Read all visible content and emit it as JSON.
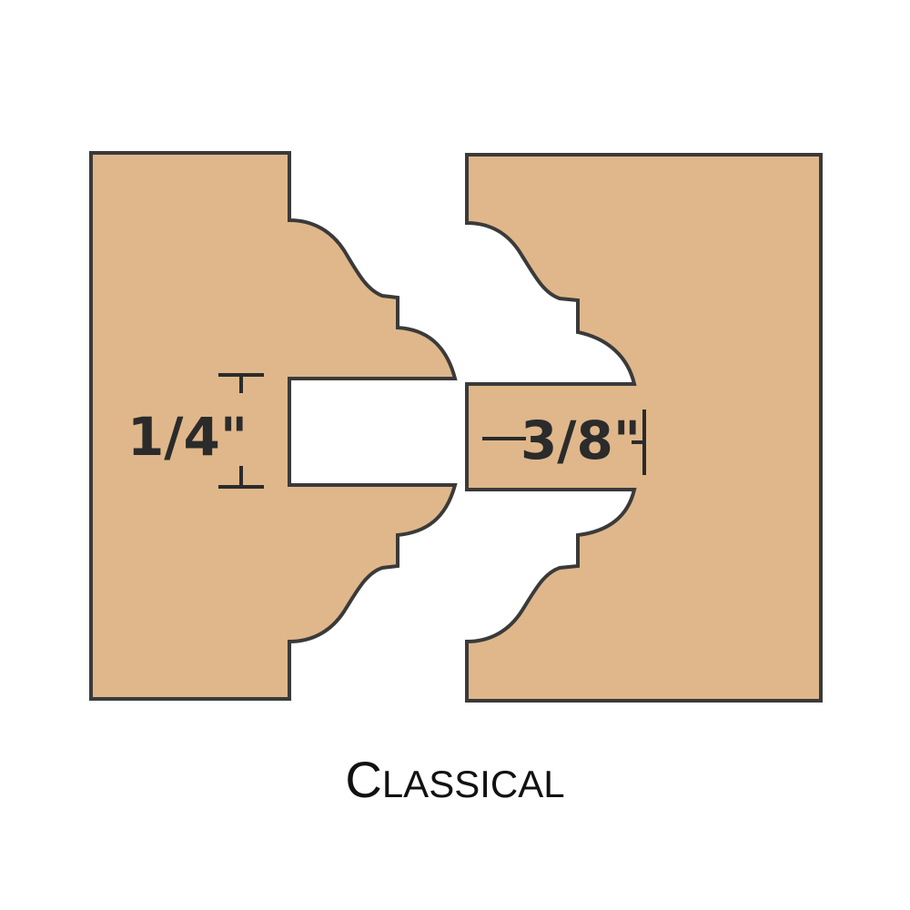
{
  "diagram": {
    "caption": {
      "first_letter": "C",
      "rest": "LASSICAL"
    },
    "dimensions": {
      "groove_width": "1/4\"",
      "tongue_length": "3/8\""
    },
    "colors": {
      "wood_fill": "#dfb78a",
      "outline": "#3a3a3a",
      "background": "#ffffff",
      "text": "#111111"
    }
  }
}
